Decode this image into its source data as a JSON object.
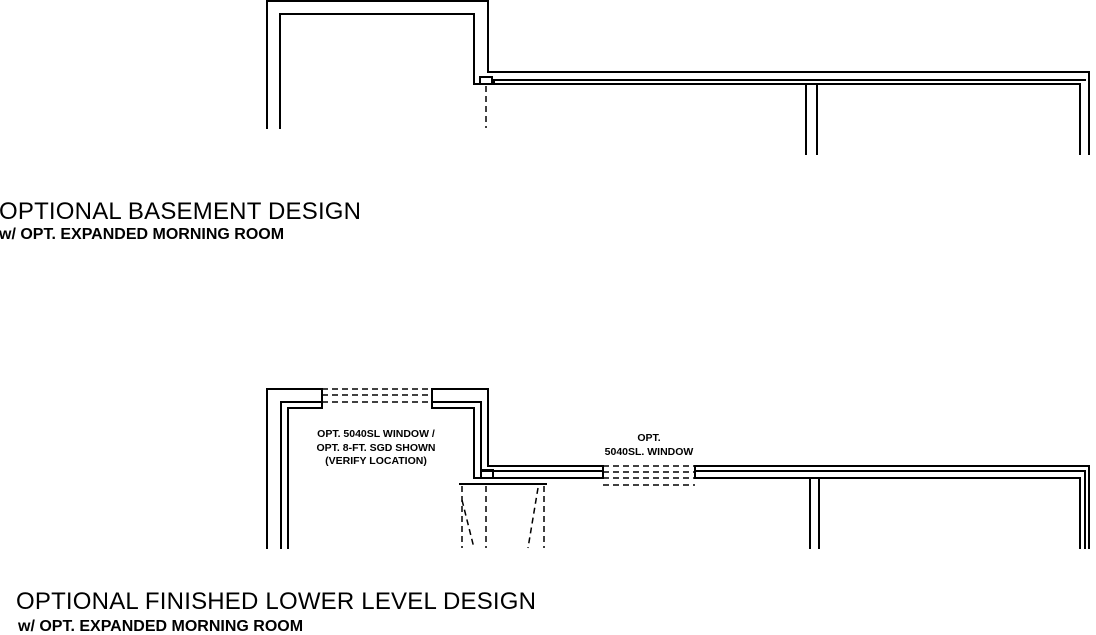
{
  "basement": {
    "title": "OPTIONAL BASEMENT DESIGN",
    "subtitle": "w/ OPT. EXPANDED MORNING ROOM"
  },
  "lower_level": {
    "title": "OPTIONAL FINISHED LOWER LEVEL DESIGN",
    "subtitle": "w/ OPT. EXPANDED MORNING ROOM"
  },
  "notes": {
    "window_sgd": [
      "OPT. 5040SL WINDOW /",
      "OPT. 8-FT. SGD SHOWN",
      "(VERIFY LOCATION)"
    ],
    "window_opt": [
      "OPT.",
      "5040SL. WINDOW"
    ]
  }
}
